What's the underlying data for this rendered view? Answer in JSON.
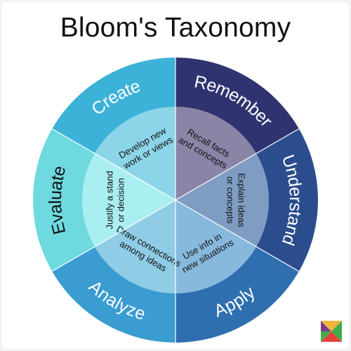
{
  "title": "Bloom's Taxonomy",
  "levels": [
    {
      "name": "Remember",
      "description": [
        "Recall facts",
        "and concepts"
      ]
    },
    {
      "name": "Understand",
      "description": [
        "Explain ideas",
        "or concepts"
      ]
    },
    {
      "name": "Apply",
      "description": [
        "Use info in",
        "new situations"
      ]
    },
    {
      "name": "Analyze",
      "description": [
        "Draw connections",
        "among ideas"
      ]
    },
    {
      "name": "Evaluate",
      "description": [
        "Justify a stand",
        "or decision"
      ]
    },
    {
      "name": "Create",
      "description": [
        "Develop new",
        "work or views"
      ]
    }
  ],
  "colors": {
    "outer": [
      "#2f3470",
      "#2b4d8d",
      "#2f6fb0",
      "#3a9cd0",
      "#6ed9df",
      "#3db2d8"
    ],
    "inner": [
      "#8a84a6",
      "#7f9dc2",
      "#87b9dc",
      "#8fcde6",
      "#a9eef0",
      "#8cd4e8"
    ],
    "label_light": "#ffffff",
    "label_dark": "#111111",
    "background": "#ffffff"
  },
  "logo": {
    "icon": "school-logo-icon",
    "colors": [
      "#7a3b8f",
      "#f2b43c",
      "#3fae49",
      "#e8403a"
    ]
  }
}
